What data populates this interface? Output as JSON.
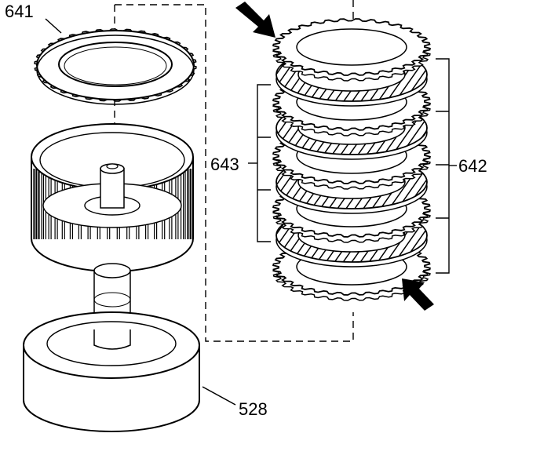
{
  "diagram": {
    "labels": {
      "pressure_plate": "641",
      "fiber_plates": "642",
      "steel_plates": "643",
      "hub_housing": "528"
    },
    "colors": {
      "ink": "#000000",
      "paper": "#ffffff"
    }
  }
}
